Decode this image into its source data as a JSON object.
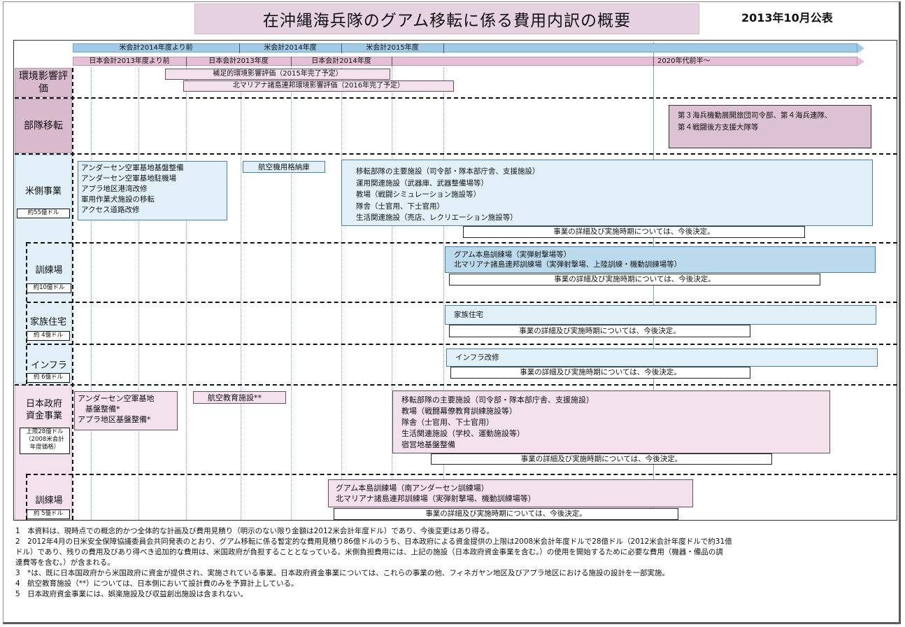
{
  "title": "在沖縄海兵隊のグアム移転に係る費用内訳の概要",
  "published": "2013年10月公表",
  "timeline": {
    "us_fy": [
      "米会計2014年度より前",
      "米会計2014年度",
      "米会計2015年度"
    ],
    "jp_fy": [
      "日本会計2013年度より前",
      "日本会計2013年度",
      "日本会計2014年度",
      "2020年代前半～"
    ]
  },
  "rows": {
    "eia": {
      "label": "環境影響評価",
      "items": [
        "補足的環境影響評価（2015年完了予定）",
        "北マリアナ諸島連邦環境影響評価（2016年完了予定）"
      ]
    },
    "relocation": {
      "label": "部隊移転",
      "content": "第３海兵機動展開旅団司令部、第４海兵連隊、\n第４戦闘後方支援大隊等"
    },
    "us_projects": {
      "label": "米側事業",
      "budget": "約55億ドル",
      "box1": "アンダーセン空軍基地基盤整備\nアンダーセン空軍基地駐機場\nアプラ地区港湾改修\n軍用作業犬施設の移転\nアクセス道路改修",
      "box2": "航空機用格納庫",
      "box3": "移転部隊の主要施設（司令部・隊本部庁舎、支援施設）\n運用関連施設（武器庫、武器整備場等）\n教場（戦闘シミュレーション施設等）\n隊舎（士官用、下士官用）\n生活関連施設（売店、レクリエーション施設等）",
      "note": "事業の詳細及び実施時期については、今後決定。"
    },
    "us_training": {
      "label": "訓練場",
      "budget": "約10億ドル",
      "box": "グアム本島訓練場（実弾射撃場等）\n北マリアナ諸島連邦訓練場（実弾射撃場、上陸訓練・機動訓練場等）",
      "note": "事業の詳細及び実施時期については、今後決定。"
    },
    "family_housing": {
      "label": "家族住宅",
      "budget": "約 4億ドル",
      "box": "家族住宅",
      "note": "事業の詳細及び実施時期については、今後決定。"
    },
    "infrastructure": {
      "label": "インフラ",
      "budget": "約 6億ドル",
      "box": "インフラ改修",
      "note": "事業の詳細及び実施時期については、今後決定。"
    },
    "jp_projects": {
      "label": "日本政府\n資金事業",
      "budget": "上限28億ドル\n（2008米会計\n年度価格）",
      "box1": "アンダーセン空軍基地\n　基盤整備*\nアプラ地区基盤整備*",
      "box2": "航空教育施設**",
      "box3": "移転部隊の主要施設（司令部・隊本部庁舎、支援施設）\n教場（戦闘幕僚教育訓練施設等）\n隊舎（士官用、下士官用）\n生活関連施設（学校、運動施設等）\n宿営地基盤整備",
      "note": "事業の詳細及び実施時期については、今後決定。"
    },
    "jp_training": {
      "label": "訓練場",
      "budget": "約 5億ドル",
      "box": "グアム本島訓練場（南アンダーセン訓練場）\n北マリアナ諸島連邦訓練場（実弾射撃場、機動訓練場等）",
      "note": "事業の詳細及び実施時期については、今後決定。"
    }
  },
  "footnotes": [
    "1　本資料は、現時点での概念的かつ全体的な計画及び費用見積り（明示のない限り金額は2012米会計年度ドル）であり、今後変更はあり得る。",
    "2　2012年4月の日米安全保障協議委員会共同発表のとおり、グアム移転に係る暫定的な費用見積り86億ドルのうち、日本政府による資金提供の上限は2008米会計年度ドルで28億ドル（2012米会計年度ドルで約31億\nドル）であり、残りの費用及びあり得べき追加的な費用は、米国政府が負担することとなっている。米側負担費用には、上記の施設（日本政府資金事業を含む。）の使用を開始するために必要な費用（機器・備品の調\n達費等を含む。）が含まれる。",
    "3　*は、既に日本国政府から米国政府に資金が提供され、実施されている事業。日本政府資金事業については、これらの事業の他、フィネガヤン地区及びアプラ地区における施設の設計を一部実施。",
    "4　航空教育施設（**）については、日本側において設計費のみを予算計上している。",
    "5　日本政府資金事業には、娯楽施設及び収益創出施設は含まれない。"
  ]
}
